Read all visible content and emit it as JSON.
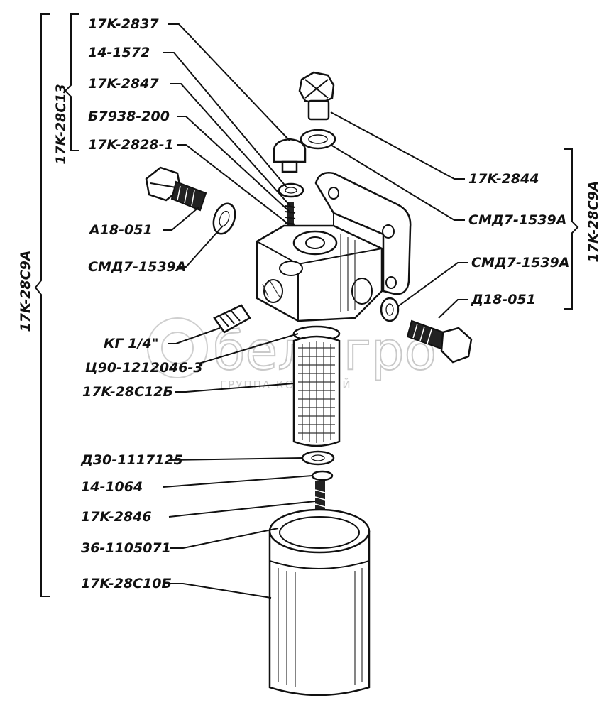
{
  "labels": {
    "l01": "17K-2837",
    "l02": "14-1572",
    "l03": "17K-2847",
    "l04": "Б7938-200",
    "l05": "17K-2828-1",
    "l06": "А18-051",
    "l07": "СМД7-1539А",
    "l08": "КГ 1/4\"",
    "l09": "Ц90-1212046-3",
    "l10": "17K-28С12Б",
    "l11": "Д30-1117125",
    "l12": "14-1064",
    "l13": "17K-2846",
    "l14": "36-1105071",
    "l15": "17K-28С10Б",
    "r01": "17K-2844",
    "r02": "СМД7-1539А",
    "r03": "СМД7-1539А",
    "r04": "Д18-051"
  },
  "groups": {
    "inner_left": "17K-28С13",
    "outer_left": "17K-28С9А",
    "right": "17K-28С9А"
  },
  "watermark": {
    "brand": "белагро",
    "tagline": "ГРУППА КОМПАНИЙ"
  }
}
